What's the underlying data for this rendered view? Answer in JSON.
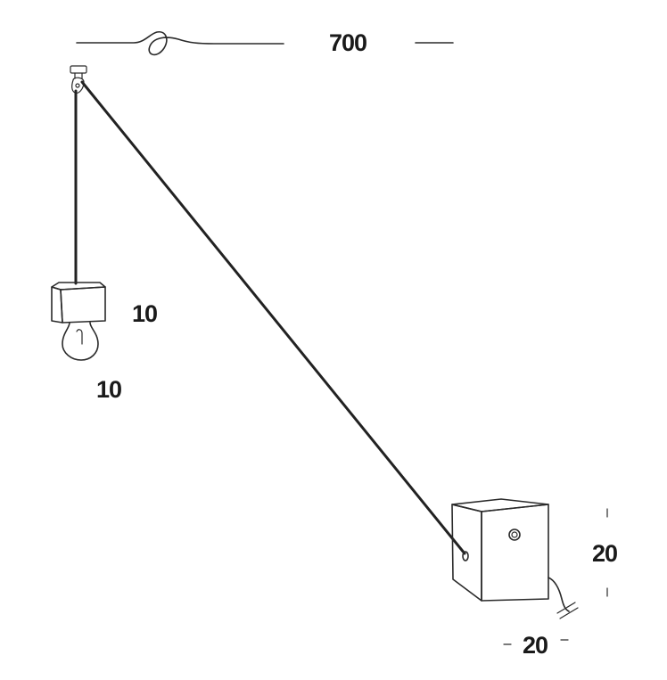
{
  "dimensions": {
    "cord_length": "700",
    "shade_height": "10",
    "shade_width": "10",
    "base_height": "20",
    "base_width": "20"
  },
  "colors": {
    "line": "#2a2a2a",
    "cord": "#222222",
    "label": "#1a1a1a",
    "background": "#ffffff"
  }
}
